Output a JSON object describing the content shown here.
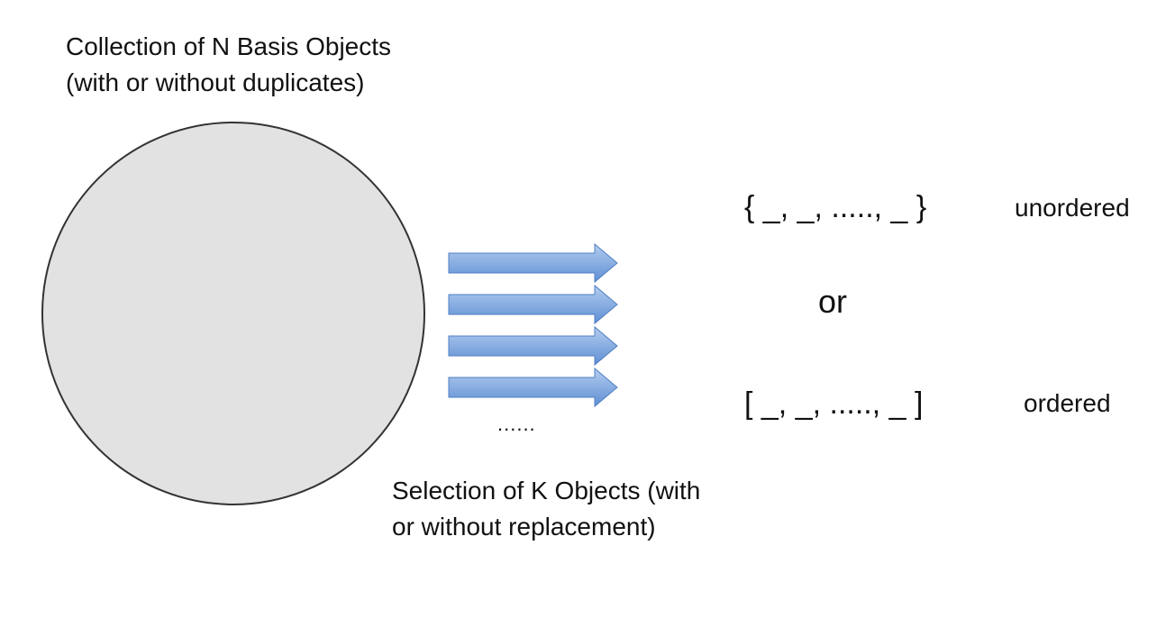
{
  "collection": {
    "line1": "Collection of N Basis Objects",
    "line2": "(with or without duplicates)"
  },
  "selection": {
    "line1": "Selection of K Objects (with",
    "line2": "or without replacement)",
    "ellipsis": "......"
  },
  "sequences": {
    "unordered_notation": "{ _, _, ....., _ }",
    "unordered_label": "unordered",
    "connector": "or",
    "ordered_notation": "[ _, _, ....., _ ]",
    "ordered_label": "ordered"
  },
  "colors": {
    "circle_fill": "#e2e2e2",
    "circle_stroke": "#333333",
    "arrow_fill_top": "#b3cdef",
    "arrow_fill_bottom": "#5f8fd4",
    "arrow_stroke": "#4f7fc4"
  },
  "arrow_count": 4
}
